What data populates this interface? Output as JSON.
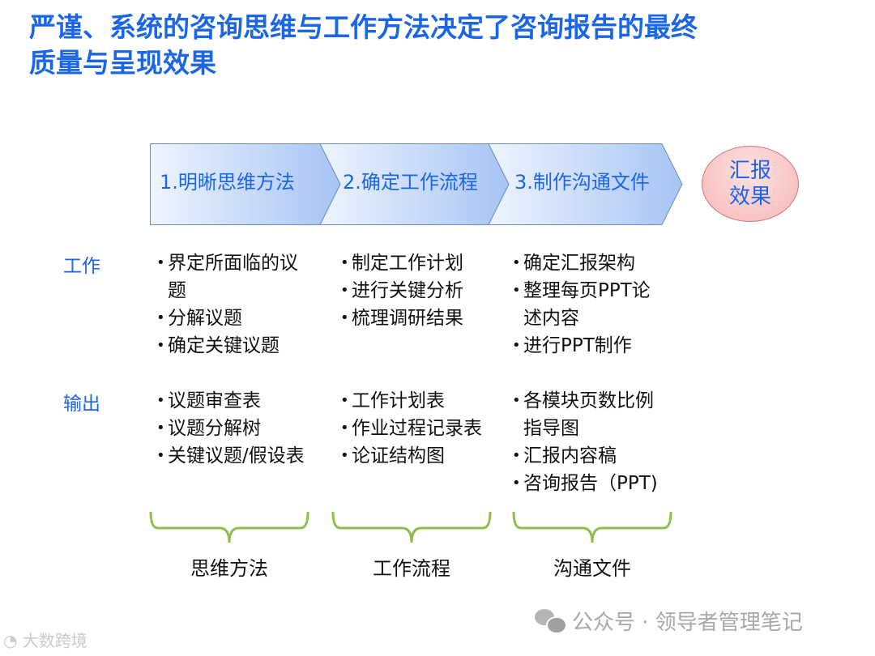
{
  "title": {
    "line1": "严谨、系统的咨询思维与工作方法决定了咨询报告的最终",
    "line2": "质量与呈现效果"
  },
  "flow": {
    "steps": [
      {
        "label": "1.明晰思维方法"
      },
      {
        "label": "2.确定工作流程"
      },
      {
        "label": "3.制作沟通文件"
      }
    ],
    "result": {
      "line1": "汇报",
      "line2": "效果"
    },
    "colors": {
      "chevron_light": "#eaf1fd",
      "chevron_dark": "#a9c6f5",
      "border": "#6f8fb8",
      "result_fill": "#f7b6b6",
      "text": "#1a66e6"
    }
  },
  "rows": {
    "work_label": "工作",
    "output_label": "输出"
  },
  "columns": [
    {
      "work": [
        "界定所面临的议题",
        "分解议题",
        "确定关键议题"
      ],
      "output": [
        "议题审查表",
        "议题分解树",
        "关键议题/假设表"
      ],
      "brace_label": "思维方法"
    },
    {
      "work": [
        "制定工作计划",
        "进行关键分析",
        "梳理调研结果"
      ],
      "output": [
        "工作计划表",
        "作业过程记录表",
        "论证结构图"
      ],
      "brace_label": "工作流程"
    },
    {
      "work": [
        "确定汇报架构",
        "整理每页PPT论述内容",
        "进行PPT制作"
      ],
      "output": [
        "各模块页数比例指导图",
        "汇报内容稿",
        "咨询报告（PPT)"
      ],
      "brace_label": "沟通文件"
    }
  ],
  "brace_color": "#8cbf4e",
  "watermarks": {
    "left": "大数跨境",
    "right": "公众号 · 领导者管理笔记"
  }
}
